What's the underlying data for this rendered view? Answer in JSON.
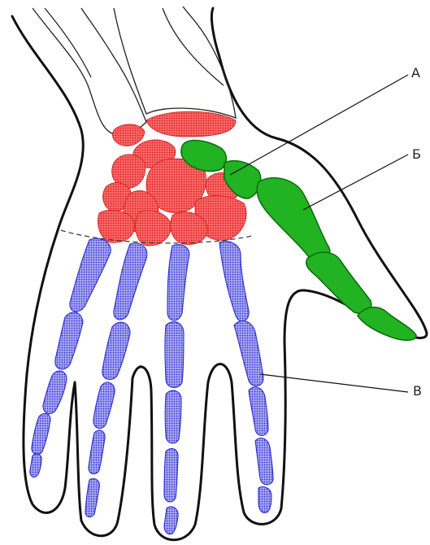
{
  "labels": {
    "a": "А",
    "b": "Б",
    "c": "В"
  },
  "colors": {
    "outline": "#111111",
    "carpal_fill": "#f03a3a",
    "carpal_stroke": "#d21c1c",
    "thumb_fill": "#22b322",
    "thumb_stroke": "#0f6e0f",
    "metacarpal_fill": "#7a7ae8",
    "metacarpal_stroke": "#2b2bd0"
  },
  "regions": [
    "carpal-bones",
    "thumb-bones",
    "metacarpal-and-phalanges"
  ]
}
